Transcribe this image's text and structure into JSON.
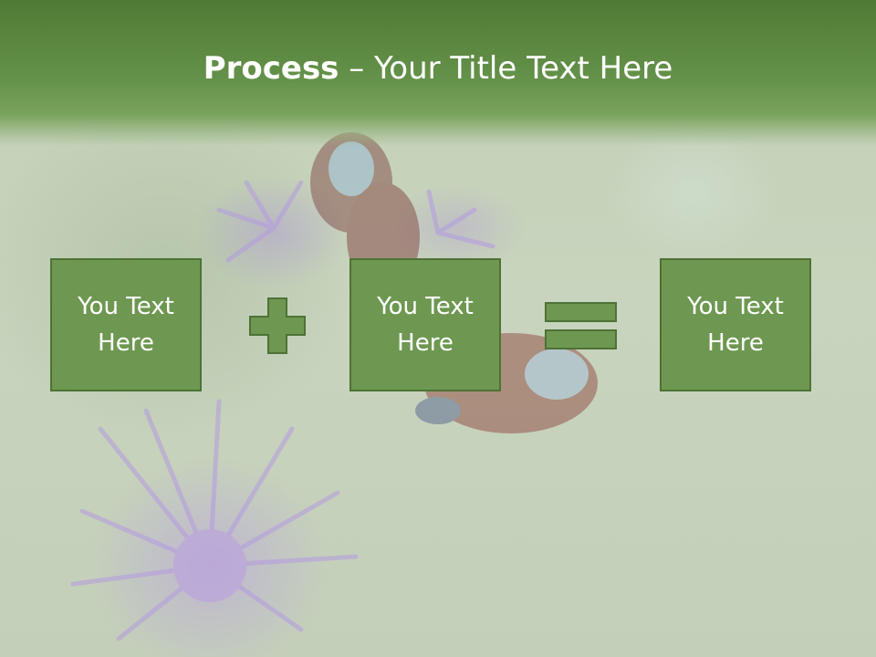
{
  "slide": {
    "title_bold": "Process",
    "title_rest": " – Your Title Text Here"
  },
  "boxes": [
    {
      "text": "You Text\nHere"
    },
    {
      "text": "You Text\nHere"
    },
    {
      "text": "You Text\nHere"
    }
  ],
  "icons": {
    "operator_1": "plus-icon",
    "operator_2": "equals-icon"
  },
  "colors": {
    "header_green": "#5f8c43",
    "box_fill": "#6e9851",
    "box_border": "#4e7236",
    "text": "#ffffff"
  }
}
